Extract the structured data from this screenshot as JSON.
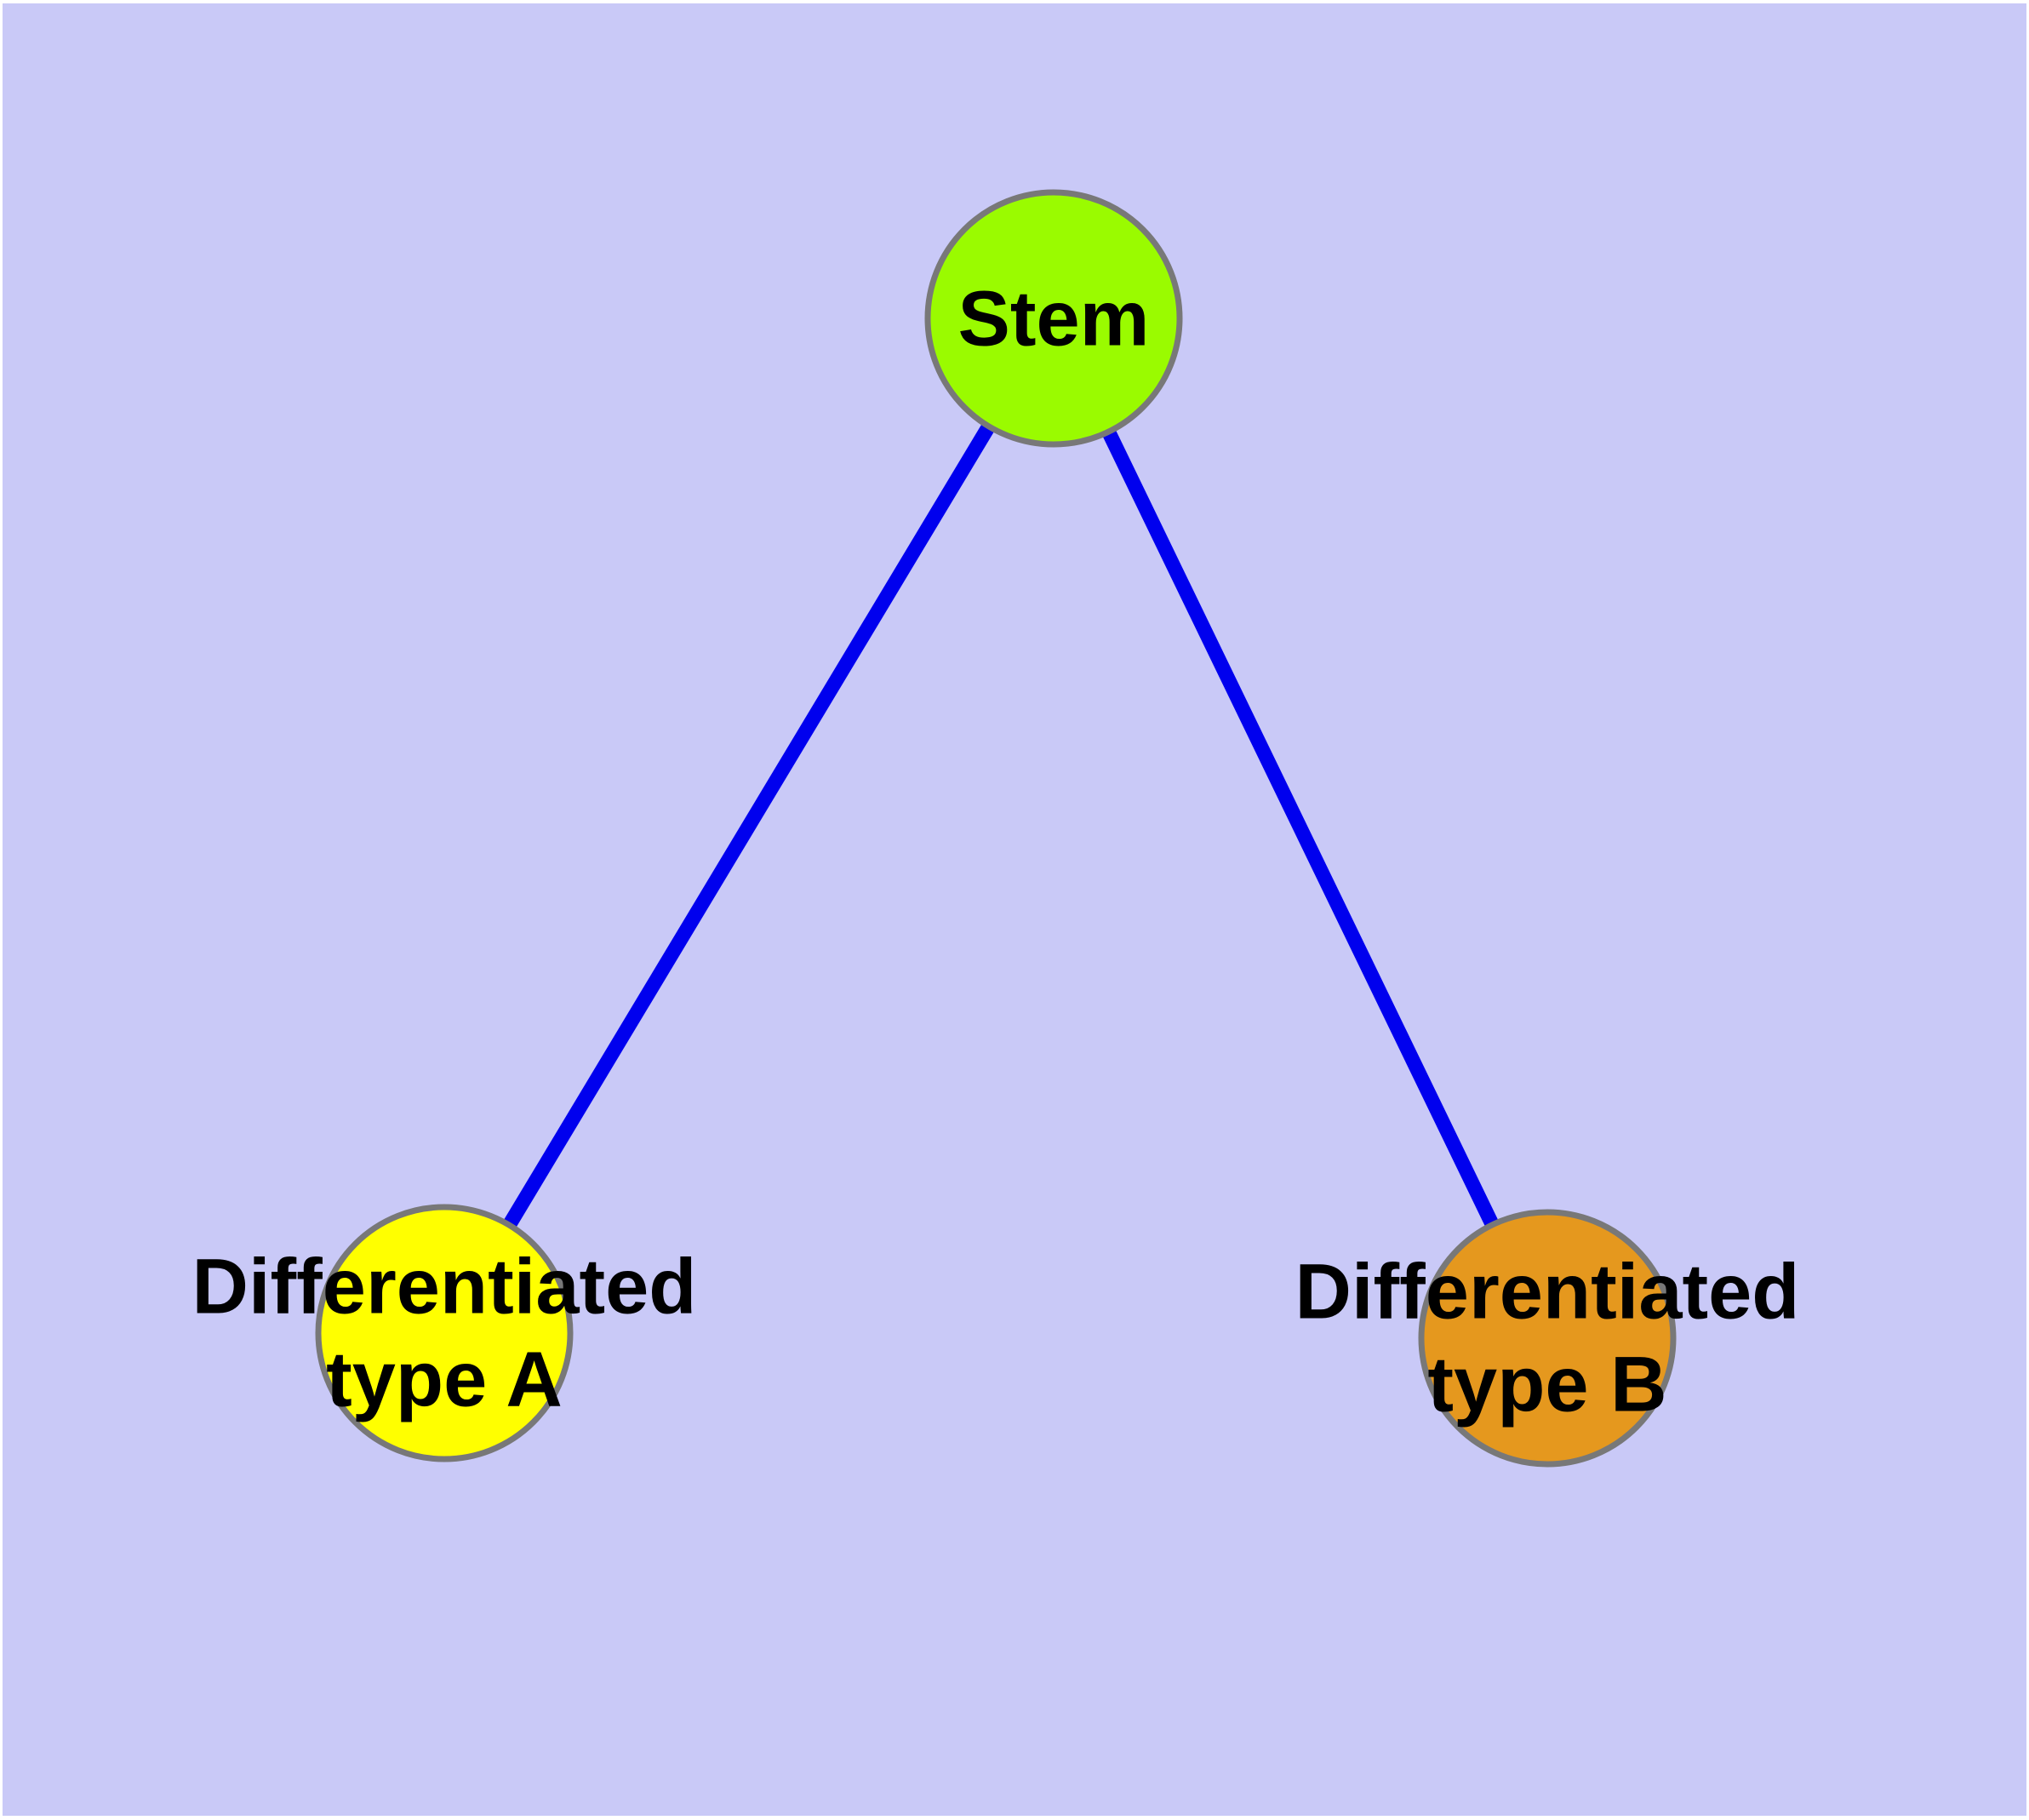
{
  "diagram": {
    "type": "node-edge-graph",
    "background_color": "#C9C9F7",
    "frame_color": "#FFFFFF",
    "edge_color": "#0000EE",
    "node_border_color": "#787878",
    "label_color": "#000000",
    "nodes": [
      {
        "id": "stem",
        "label": "Stem",
        "color": "#9AFB00"
      },
      {
        "id": "differentiated-type-a",
        "label": "Differentiated\ntype A",
        "color": "#FFFF00"
      },
      {
        "id": "differentiated-type-b",
        "label": "Differentiated\ntype B",
        "color": "#E5981E"
      }
    ],
    "edges": [
      {
        "from": "stem",
        "to": "differentiated-type-a"
      },
      {
        "from": "stem",
        "to": "differentiated-type-b"
      }
    ]
  }
}
